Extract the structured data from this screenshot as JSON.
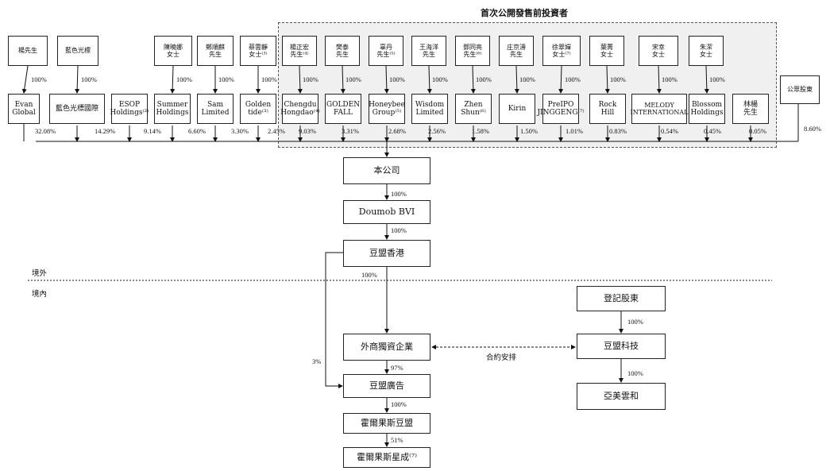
{
  "ipo_group_title": "首次公開發售前投資者",
  "public_shareholders": "公眾股東",
  "public_pct": "8.60%",
  "controllers": [
    {
      "id": "c-yang",
      "label": "楊先生",
      "pct": "100%"
    },
    {
      "id": "c-lanse",
      "label": "藍色光標",
      "pct": "100%"
    },
    {
      "id": "c-chen",
      "label": "陳曉娜\n女士",
      "pct": "100%"
    },
    {
      "id": "c-zheng",
      "label": "鄭順麒\n先生",
      "pct": "100%"
    },
    {
      "id": "c-cai",
      "label": "蔡雲靜\n女士⁽³⁾",
      "pct": "100%"
    },
    {
      "id": "c-yangzh",
      "label": "楊正宏\n先生⁽⁴⁾",
      "pct": "100%"
    },
    {
      "id": "c-fan",
      "label": "樊泰\n先生",
      "pct": "100%"
    },
    {
      "id": "c-gu",
      "label": "辜丹\n先生⁽⁵⁾",
      "pct": "100%"
    },
    {
      "id": "c-wang",
      "label": "王海洋\n先生",
      "pct": "100%"
    },
    {
      "id": "c-deng",
      "label": "鄧同亮\n先生⁽⁶⁾",
      "pct": "100%"
    },
    {
      "id": "c-zhuang",
      "label": "庄京濤\n先生",
      "pct": "100%"
    },
    {
      "id": "c-xu",
      "label": "徐翠嬋\n女士⁽⁷⁾",
      "pct": "100%"
    },
    {
      "id": "c-ye",
      "label": "葉菁\n女士",
      "pct": "100%"
    },
    {
      "id": "c-song",
      "label": "宋幸\n女士",
      "pct": "100%"
    },
    {
      "id": "c-zhu",
      "label": "朱潔\n女士",
      "pct": "100%"
    }
  ],
  "holders": [
    {
      "id": "h-evan",
      "label": "Evan\nGlobal",
      "pct": "32.08%"
    },
    {
      "id": "h-lanse",
      "label": "藍色光標國際",
      "pct": "14.29%"
    },
    {
      "id": "h-esop",
      "label": "ESOP\nHoldings⁽²⁾",
      "pct": "9.14%"
    },
    {
      "id": "h-summer",
      "label": "Summer\nHoldings",
      "pct": "6.60%"
    },
    {
      "id": "h-sam",
      "label": "Sam\nLimited",
      "pct": "3.30%"
    },
    {
      "id": "h-golden",
      "label": "Golden\ntide⁽³⁾",
      "pct": "2.45%"
    },
    {
      "id": "h-chengdu",
      "label": "Chengdu\nHongdao⁽⁴⁾",
      "pct": "9.03%"
    },
    {
      "id": "h-goldenfall",
      "label": "GOLDEN\nFALL",
      "pct": "3.31%"
    },
    {
      "id": "h-honeybee",
      "label": "Honeybee\nGroup⁽⁵⁾",
      "pct": "2.68%"
    },
    {
      "id": "h-wisdom",
      "label": "Wisdom\nLimited",
      "pct": "2.56%"
    },
    {
      "id": "h-zhen",
      "label": "Zhen\nShun⁽⁶⁾",
      "pct": "1.58%"
    },
    {
      "id": "h-kirin",
      "label": "Kirin",
      "pct": "1.50%"
    },
    {
      "id": "h-preipo",
      "label": "PreIPO\nJINGGENG⁽⁷⁾",
      "pct": "1.01%"
    },
    {
      "id": "h-rock",
      "label": "Rock\nHill",
      "pct": "0.83%"
    },
    {
      "id": "h-melody",
      "label": "MELODY\nINTERNATIONAL",
      "pct": "0.54%"
    },
    {
      "id": "h-blossom",
      "label": "Blossom\nHoldings",
      "pct": "0.45%"
    },
    {
      "id": "h-lin",
      "label": "林楊\n先生",
      "pct": "0.05%"
    }
  ],
  "company": "本公司",
  "doumob_bvi": "Doumob BVI",
  "doumob_hk": "豆盟香港",
  "wfoe": "外商獨資企業",
  "doumob_ad": "豆盟廣告",
  "horgos_doumob": "霍爾果斯豆盟",
  "horgos_xingcheng": "霍爾果斯星成⁽⁷⁾",
  "registered_shareholders": "登記股東",
  "doumob_tech": "豆盟科技",
  "yamei": "亞美雲和",
  "offshore_label": "境外",
  "onshore_label": "境內",
  "contract_label": "合約安排",
  "pct_company_bvi": "100%",
  "pct_bvi_hk": "100%",
  "pct_hk_wfoe": "100%",
  "pct_hk_ad": "3%",
  "pct_wfoe_ad": "97%",
  "pct_ad_horgos": "100%",
  "pct_horgos_xing": "51%",
  "pct_reg_tech": "100%",
  "pct_tech_yamei": "100%"
}
